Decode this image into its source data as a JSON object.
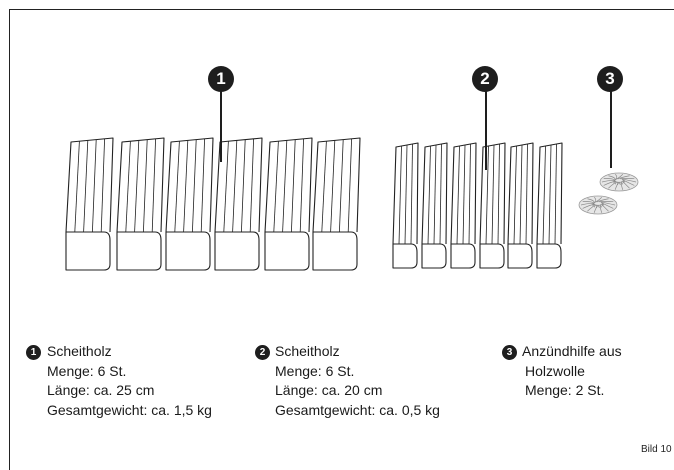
{
  "figure_label": "Bild 10",
  "items": [
    {
      "number": "1",
      "title": "Scheitholz",
      "lines": [
        "Menge: 6 St.",
        "Länge: ca. 25 cm",
        "Gesamtgewicht: ca. 1,5 kg"
      ]
    },
    {
      "number": "2",
      "title": "Scheitholz",
      "lines": [
        "Menge: 6 St.",
        "Länge: ca. 20 cm",
        "Gesamtgewicht: ca. 0,5 kg"
      ]
    },
    {
      "number": "3",
      "title": "Anzündhilfe aus",
      "lines": [
        "Holzwolle",
        "Menge: 2 St."
      ]
    }
  ],
  "illustration": {
    "group_1": {
      "object": "firewood-log",
      "count": 6
    },
    "group_2": {
      "object": "firewood-log",
      "count": 6
    },
    "group_3": {
      "object": "wood-wool-bundle",
      "count": 2
    }
  }
}
